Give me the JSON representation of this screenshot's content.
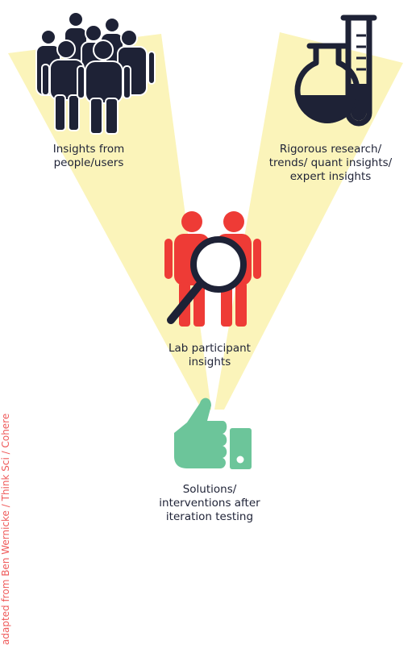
{
  "labels": {
    "users": "Insights from\npeople/users",
    "research": "Rigorous research/\ntrends/ quant insights/\nexpert insights",
    "lab": "Lab participant\ninsights",
    "solution": "Solutions/\ninterventions after\niteration testing"
  },
  "credit": "adapted from Ben Wernicke / Think Sci / Cohere",
  "icons": {
    "users": "group-of-people-icon",
    "research": "flask-and-test-tube-icon",
    "lab": "people-with-magnifying-glass-icon",
    "solution": "thumbs-up-icon"
  },
  "colors": {
    "beam": "#fbf4ba",
    "navy": "#1e2236",
    "red": "#ee3b36",
    "green": "#6cc59a",
    "credit": "#ef5b5b"
  }
}
